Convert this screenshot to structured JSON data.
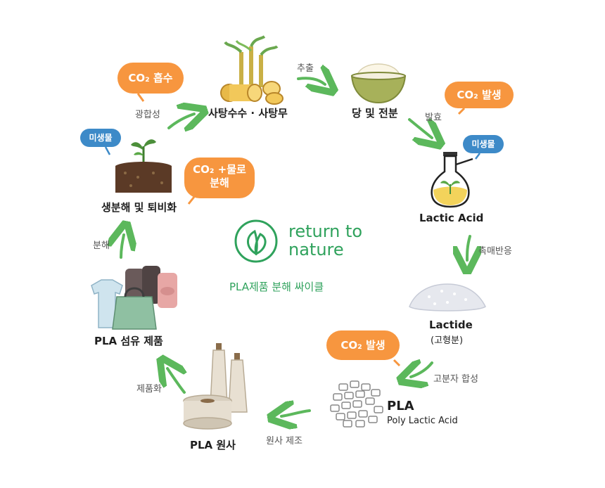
{
  "brand": {
    "line1": "return to",
    "line2": "nature",
    "subtitle": "PLA제품 분해 싸이클",
    "color": "#2fa25c"
  },
  "nodes": {
    "sugarcane": "사탕수수 · 사탕무",
    "sugar": "당 및 전분",
    "lactic_acid": "Lactic Acid",
    "lactide": "Lactide",
    "lactide_sub": "(고형분)",
    "pla": "PLA",
    "pla_full": "Poly Lactic Acid",
    "yarn": "PLA 원사",
    "fiber": "PLA 섬유 제품",
    "biodeg": "생분해 및 퇴비화"
  },
  "steps": {
    "extraction": "추출",
    "fermentation": "발효",
    "catalysis": "촉매반응",
    "polymerization": "고분자 합성",
    "spinning": "원사 제조",
    "productization": "제품화",
    "decomposition": "분해",
    "photosynthesis": "광합성"
  },
  "bubbles": {
    "co2_absorb": "CO₂ 흡수",
    "co2_emit_1": "CO₂ 발생",
    "co2_emit_2": "CO₂ 발생",
    "co2_water_1": "CO₂ +물로",
    "co2_water_2": "분해",
    "microbe_1": "미생물",
    "microbe_2": "미생물"
  },
  "colors": {
    "arrow": "#5cb85c",
    "orange": "#f7963f",
    "blue": "#3d8ac8"
  }
}
